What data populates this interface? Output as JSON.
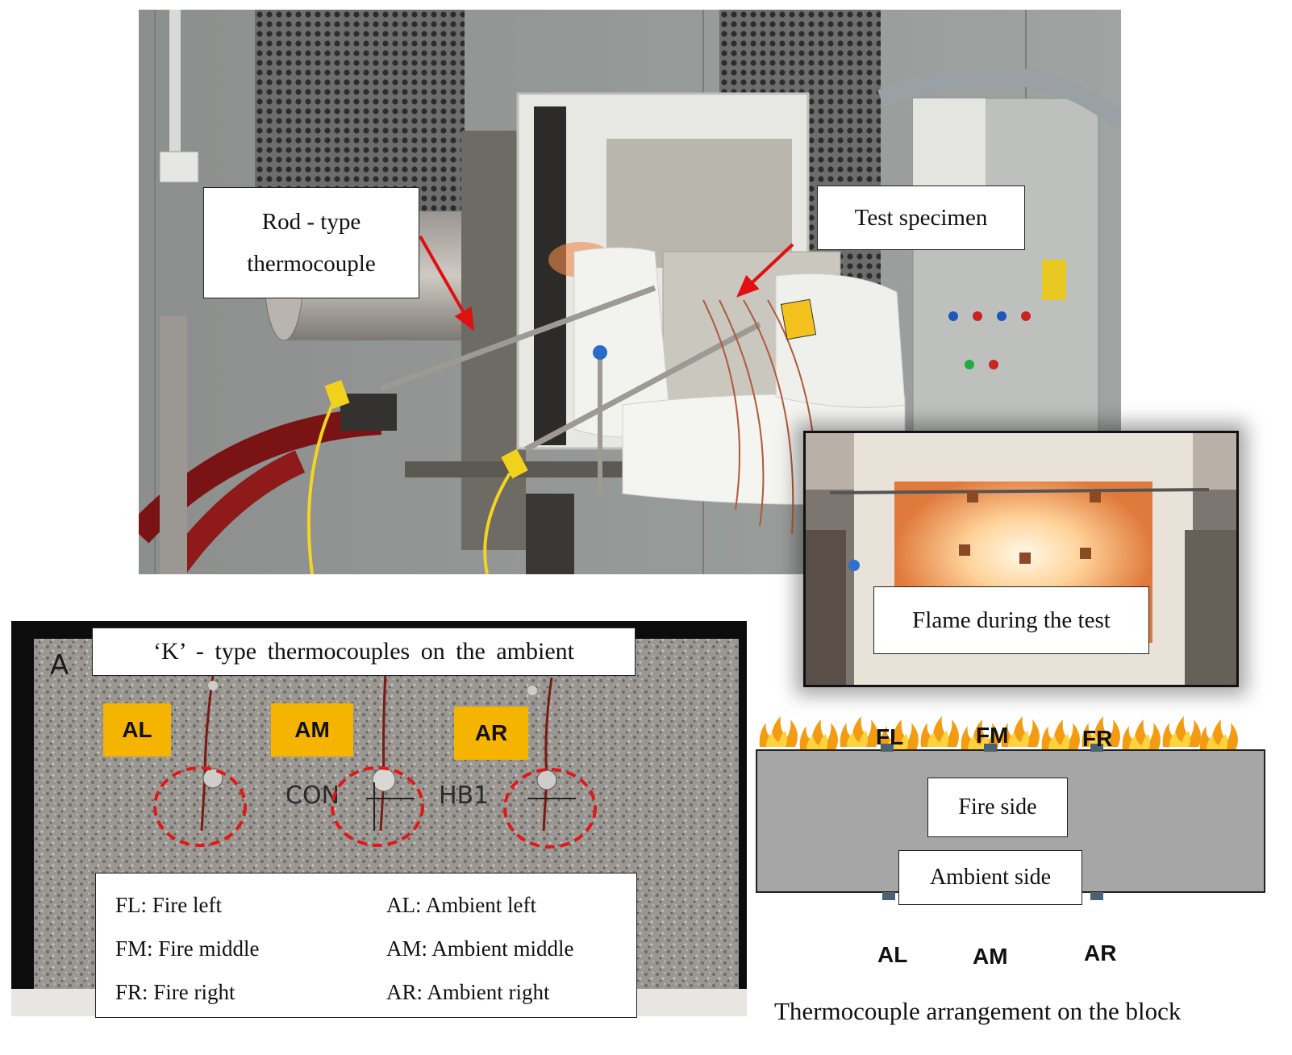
{
  "top_photo": {
    "callout_rod": "Rod - type thermocouple",
    "callout_specimen": "Test specimen"
  },
  "inset_photo": {
    "callout_flame": "Flame during the test"
  },
  "block_photo": {
    "header": "‘K’ - type thermocouples on the ambient",
    "tags": [
      "AL",
      "AM",
      "AR"
    ],
    "legend": {
      "left": [
        "FL: Fire left",
        "FM: Fire middle",
        "FR: Fire right"
      ],
      "right": [
        "AL: Ambient left",
        "AM: Ambient middle",
        "AR: Ambient right"
      ]
    }
  },
  "diagram": {
    "fire_labels": [
      "FL",
      "FM",
      "FR"
    ],
    "fire_side": "Fire side",
    "ambient_side": "Ambient side",
    "ambient_labels": [
      "AL",
      "AM",
      "AR"
    ],
    "caption": "Thermocouple arrangement on the block"
  },
  "colors": {
    "tag_fill": "#f5b400",
    "arrow": "#e01010",
    "block_fill": "#a6a6a6",
    "sensor": "#4a6272"
  }
}
